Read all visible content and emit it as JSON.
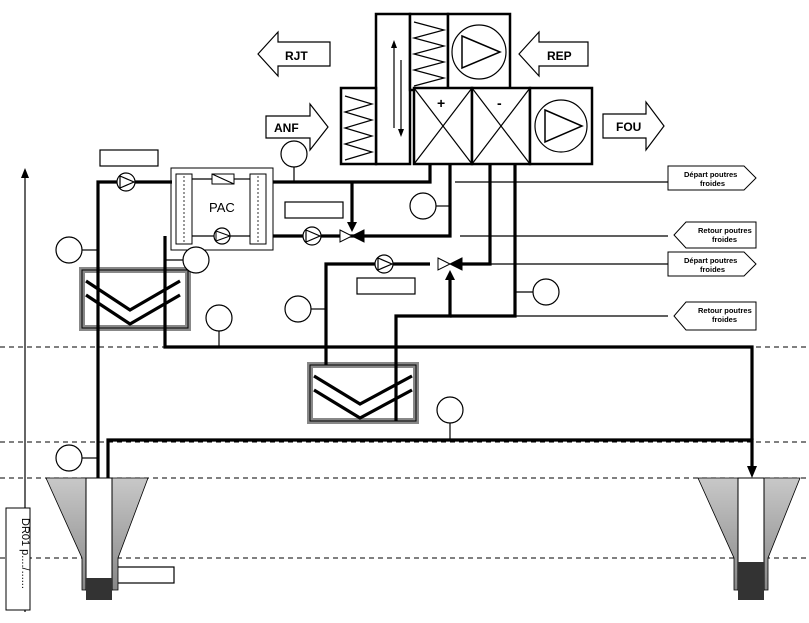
{
  "arrows": {
    "rjt": "RJT",
    "rep": "REP",
    "anf": "ANF",
    "fou": "FOU"
  },
  "ahu": {
    "plus": "+",
    "minus": "-"
  },
  "heat_pump": {
    "label": "PAC"
  },
  "connections": {
    "depart_1": [
      "Départ poutres",
      "froides"
    ],
    "retour_1": [
      "Retour poutres",
      "froides"
    ],
    "depart_2": [
      "Départ poutres",
      "froides"
    ],
    "retour_2": [
      "Retour poutres",
      "froides"
    ]
  },
  "borehole": {
    "label": "DR01 p..../......"
  },
  "colors": {
    "line": "#000000",
    "exchanger_fill": "#c8c8c8",
    "ground": "#9a9a9a",
    "well_bottom": "#333333"
  }
}
